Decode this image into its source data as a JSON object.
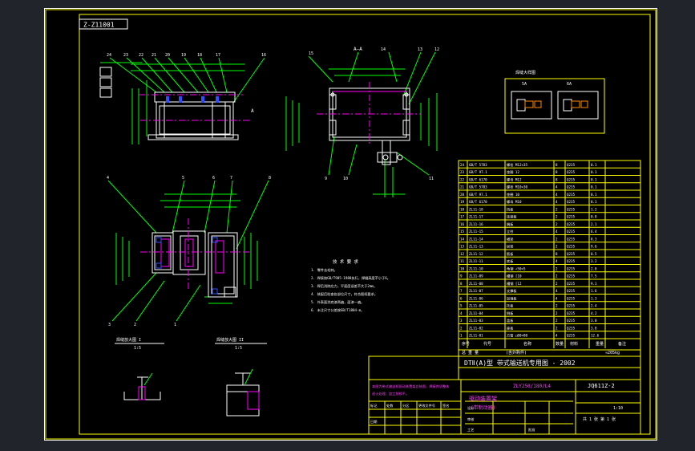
{
  "colors": {
    "viewport_bg": "#21252b",
    "sheet_bg": "#000000",
    "frame": "#ffffff",
    "title_block": "#ffff00",
    "dimension": "#00ff00",
    "part_outline": "#ffffff",
    "centerline": "#ff00ff",
    "text_magenta": "#ff40ff",
    "blue_marks": "#3050ff"
  },
  "drawing": {
    "tag": "Z-Z11001",
    "view_aa_label": "A—A",
    "view_a_label": "A",
    "tech_notes_title": "技 术 要 求",
    "tech_notes": [
      "1. 零件去毛刺。",
      "2. 焊接按GB/T985-1988执行，焊缝高度不小于6。",
      "3. 焊后消除应力，平面度误差不大于2mm。",
      "4. 装配后检查各部位尺寸，符合图纸要求。",
      "5. 外表面涂底漆两遍，面漆一遍。",
      "6. 未注尺寸公差按GB/T1804-m。"
    ],
    "inset_title": "焊缝大样图",
    "inset_labels": [
      "5A",
      "6A"
    ],
    "detail_titles": [
      "焊缝放大图 I",
      "焊缝放大图 II"
    ],
    "detail_scales": [
      "1:5",
      "1:5"
    ],
    "callouts_top": [
      "24",
      "23",
      "22",
      "21",
      "20",
      "19",
      "18",
      "17",
      "16"
    ],
    "callouts_mid": [
      "15",
      "14",
      "13",
      "12",
      "9",
      "10",
      "11"
    ],
    "callouts_bottom": [
      "4",
      "5",
      "6",
      "7",
      "8",
      "3",
      "2",
      "1"
    ]
  },
  "bom": {
    "header": {
      "no": "序号",
      "code": "代号",
      "name": "名称",
      "qty": "数量",
      "material": "材料",
      "weight": "重量",
      "remark": "备注"
    },
    "rows": [
      {
        "no": "24",
        "code": "GB/T 5783",
        "name": "螺栓 M12×35",
        "qty": "8",
        "material": "Q235",
        "weight": "0.1"
      },
      {
        "no": "23",
        "code": "GB/T 97.1",
        "name": "垫圈 12",
        "qty": "8",
        "material": "Q235",
        "weight": "0.1"
      },
      {
        "no": "22",
        "code": "GB/T 6170",
        "name": "螺母 M12",
        "qty": "8",
        "material": "Q235",
        "weight": "0.1"
      },
      {
        "no": "21",
        "code": "GB/T 5783",
        "name": "螺栓 M10×30",
        "qty": "4",
        "material": "Q235",
        "weight": "0.1"
      },
      {
        "no": "20",
        "code": "GB/T 97.1",
        "name": "垫圈 10",
        "qty": "4",
        "material": "Q235",
        "weight": "0.1"
      },
      {
        "no": "19",
        "code": "GB/T 6170",
        "name": "螺母 M10",
        "qty": "4",
        "material": "Q235",
        "weight": "0.1"
      },
      {
        "no": "18",
        "code": "ZL11-18",
        "name": "挡板",
        "qty": "2",
        "material": "Q235",
        "weight": "1.2"
      },
      {
        "no": "17",
        "code": "ZL11-17",
        "name": "连接板",
        "qty": "2",
        "material": "Q235",
        "weight": "0.8"
      },
      {
        "no": "16",
        "code": "ZL11-16",
        "name": "端板",
        "qty": "2",
        "material": "Q235",
        "weight": "2.1"
      },
      {
        "no": "15",
        "code": "ZL11-15",
        "name": "立柱",
        "qty": "4",
        "material": "Q235",
        "weight": "6.4"
      },
      {
        "no": "14",
        "code": "ZL11-14",
        "name": "横梁",
        "qty": "2",
        "material": "Q235",
        "weight": "8.3"
      },
      {
        "no": "13",
        "code": "ZL11-13",
        "name": "纵梁",
        "qty": "2",
        "material": "Q235",
        "weight": "9.6"
      },
      {
        "no": "12",
        "code": "ZL11-12",
        "name": "筋板",
        "qty": "8",
        "material": "Q235",
        "weight": "0.5"
      },
      {
        "no": "11",
        "code": "ZL11-11",
        "name": "底板",
        "qty": "4",
        "material": "Q235",
        "weight": "3.2"
      },
      {
        "no": "10",
        "code": "ZL11-10",
        "name": "角钢 ∠50×5",
        "qty": "2",
        "material": "Q235",
        "weight": "2.8"
      },
      {
        "no": "9",
        "code": "ZL11-09",
        "name": "槽钢 [10",
        "qty": "2",
        "material": "Q235",
        "weight": "7.5"
      },
      {
        "no": "8",
        "code": "ZL11-08",
        "name": "槽钢 [12",
        "qty": "2",
        "material": "Q235",
        "weight": "9.1"
      },
      {
        "no": "7",
        "code": "ZL11-07",
        "name": "支撑板",
        "qty": "4",
        "material": "Q235",
        "weight": "1.6"
      },
      {
        "no": "6",
        "code": "ZL11-06",
        "name": "加强板",
        "qty": "4",
        "material": "Q235",
        "weight": "1.3"
      },
      {
        "no": "5",
        "code": "ZL11-05",
        "name": "托板",
        "qty": "2",
        "material": "Q235",
        "weight": "2.4"
      },
      {
        "no": "4",
        "code": "ZL11-04",
        "name": "侧板",
        "qty": "2",
        "material": "Q235",
        "weight": "4.2"
      },
      {
        "no": "3",
        "code": "ZL11-03",
        "name": "盖板",
        "qty": "2",
        "material": "Q235",
        "weight": "3.0"
      },
      {
        "no": "2",
        "code": "ZL11-02",
        "name": "座板",
        "qty": "2",
        "material": "Q235",
        "weight": "3.8"
      },
      {
        "no": "1",
        "code": "ZL11-01",
        "name": "方管 □80×80",
        "qty": "4",
        "material": "Q235",
        "weight": "12.6"
      }
    ],
    "footer_left": "总 重 量",
    "footer_mid": "(含外购件)",
    "footer_right": "≈205kg"
  },
  "title_block": {
    "project": "DTⅡ(A)型 带式输送机专用图 - 2002",
    "drawing_no": "ZLY250/180/L4",
    "part_no": "JQ611Z-2",
    "part_name_1": "驱动装置架",
    "part_name_2": "(带制动器)",
    "scale": "1:10",
    "sheet": "共 1 张 第 1 张",
    "rev_headers": [
      "标记",
      "处数",
      "分区",
      "更改文件号",
      "签名",
      "日期"
    ],
    "roles": [
      "设计",
      "审核",
      "工艺",
      "批准"
    ],
    "notes_lines": [
      "本图为带式输送机驱动装置架总装图，焊接件须整体",
      "退火处理，加工前校平。"
    ]
  }
}
